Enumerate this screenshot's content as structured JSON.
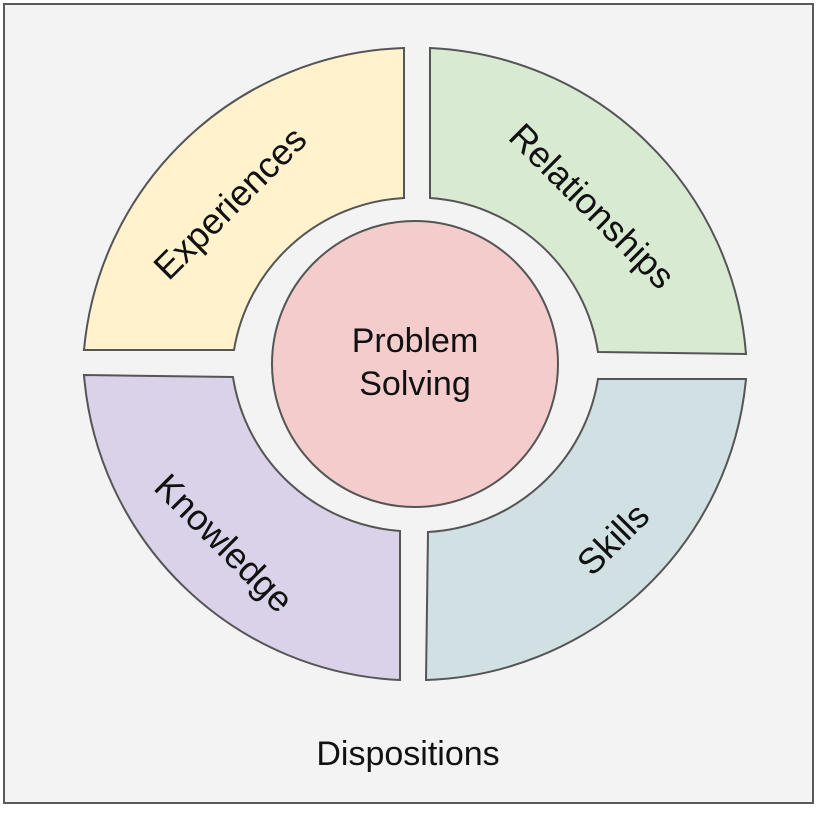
{
  "diagram": {
    "center": {
      "line1": "Problem",
      "line2": "Solving",
      "color": "#f4cccc"
    },
    "quadrants": {
      "experiences": {
        "label": "Experiences",
        "color": "#fff2cc"
      },
      "relationships": {
        "label": "Relationships",
        "color": "#d9ead3"
      },
      "knowledge": {
        "label": "Knowledge",
        "color": "#d9d2e9"
      },
      "skills": {
        "label": "Skills",
        "color": "#d0e0e3"
      }
    },
    "footer": "Dispositions",
    "background": "#f3f3f3",
    "border_color": "#595959"
  }
}
